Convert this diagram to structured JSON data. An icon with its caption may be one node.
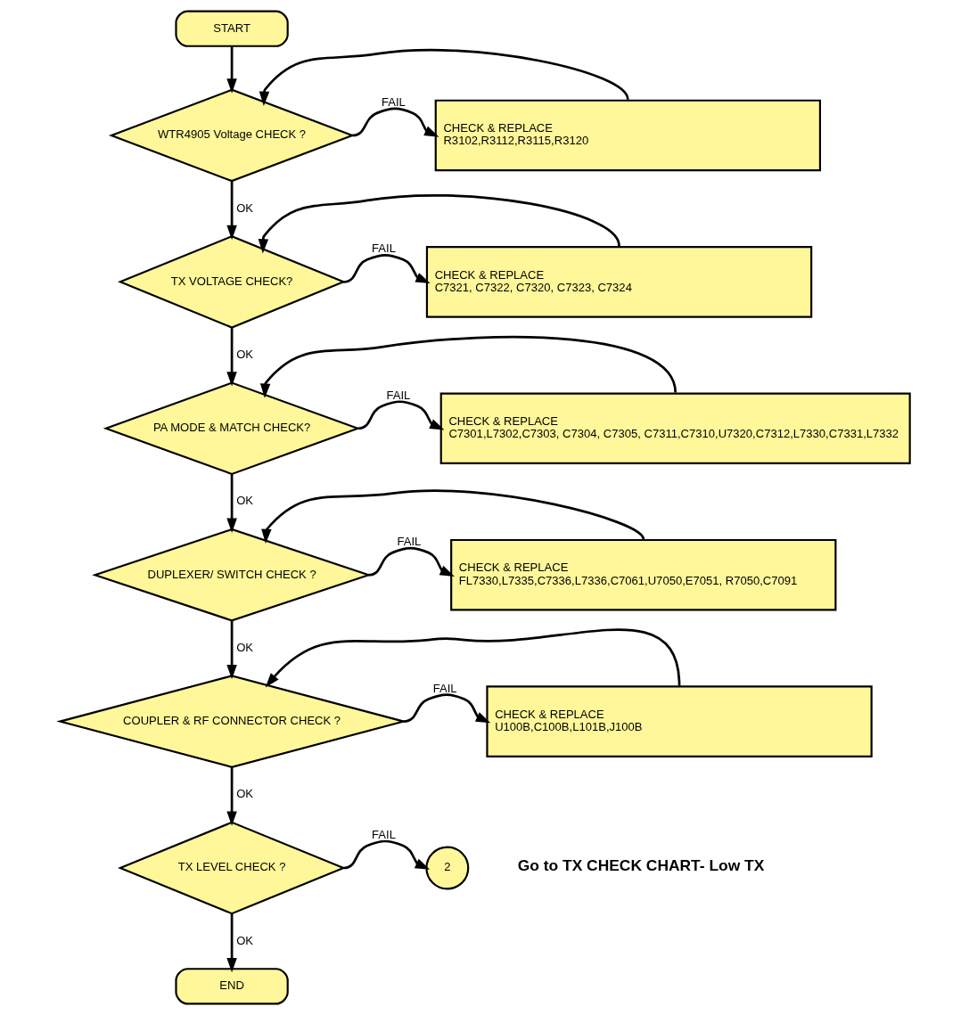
{
  "diagram": {
    "nodes": [
      {
        "text": [
          "START"
        ]
      },
      {
        "text": [
          "WTR4905 Voltage CHECK ?"
        ]
      },
      {
        "text": [
          "CHECK & REPLACE",
          "R3102,R3112,R3115,R3120"
        ]
      },
      {
        "text": [
          "TX VOLTAGE CHECK?"
        ]
      },
      {
        "text": [
          "CHECK & REPLACE",
          "C7321, C7322, C7320, C7323, C7324"
        ]
      },
      {
        "text": [
          "PA MODE & MATCH CHECK?"
        ]
      },
      {
        "text": [
          "CHECK & REPLACE",
          "C7301,L7302,C7303, C7304, C7305, C7311,C7310,U7320,C7312,L7330,C7331,L7332"
        ]
      },
      {
        "text": [
          "DUPLEXER/ SWITCH CHECK ?"
        ]
      },
      {
        "text": [
          "CHECK & REPLACE",
          "FL7330,L7335,C7336,L7336,C7061,U7050,E7051, R7050,C7091"
        ]
      },
      {
        "text": [
          "COUPLER & RF CONNECTOR CHECK ?"
        ]
      },
      {
        "text": [
          "CHECK & REPLACE",
          "U100B,C100B,L101B,J100B"
        ]
      },
      {
        "text": [
          "TX LEVEL CHECK ?"
        ]
      },
      {
        "text": [
          "2"
        ],
        "beside": [
          "Go to TX CHECK CHART- Low TX"
        ]
      },
      {
        "text": [
          "END"
        ]
      }
    ],
    "edges": [
      {
        "from": 0,
        "to": 1,
        "arrow": "to"
      },
      {
        "from": 1,
        "to": 2,
        "arrow": "to",
        "label": "FAIL"
      },
      {
        "from": 2,
        "to": 1,
        "arrow": "to"
      },
      {
        "from": 1,
        "to": 3,
        "arrow": "to",
        "label": "OK"
      },
      {
        "from": 3,
        "to": 4,
        "arrow": "to",
        "label": "FAIL"
      },
      {
        "from": 4,
        "to": 3,
        "arrow": "to"
      },
      {
        "from": 3,
        "to": 5,
        "arrow": "to",
        "label": "OK"
      },
      {
        "from": 5,
        "to": 6,
        "arrow": "to",
        "label": "FAIL"
      },
      {
        "from": 6,
        "to": 5,
        "arrow": "to"
      },
      {
        "from": 5,
        "to": 7,
        "arrow": "to",
        "label": "OK"
      },
      {
        "from": 7,
        "to": 8,
        "arrow": "to",
        "label": "FAIL"
      },
      {
        "from": 8,
        "to": 7,
        "arrow": "to"
      },
      {
        "from": 7,
        "to": 9,
        "arrow": "to",
        "label": "OK"
      },
      {
        "from": 9,
        "to": 10,
        "arrow": "to",
        "label": "FAIL"
      },
      {
        "from": 10,
        "to": 9,
        "arrow": "to"
      },
      {
        "from": 9,
        "to": 11,
        "arrow": "to",
        "label": "OK"
      },
      {
        "from": 11,
        "to": 12,
        "arrow": "to",
        "label": "FAIL"
      },
      {
        "from": 11,
        "to": 13,
        "arrow": "to",
        "label": "OK"
      }
    ]
  }
}
